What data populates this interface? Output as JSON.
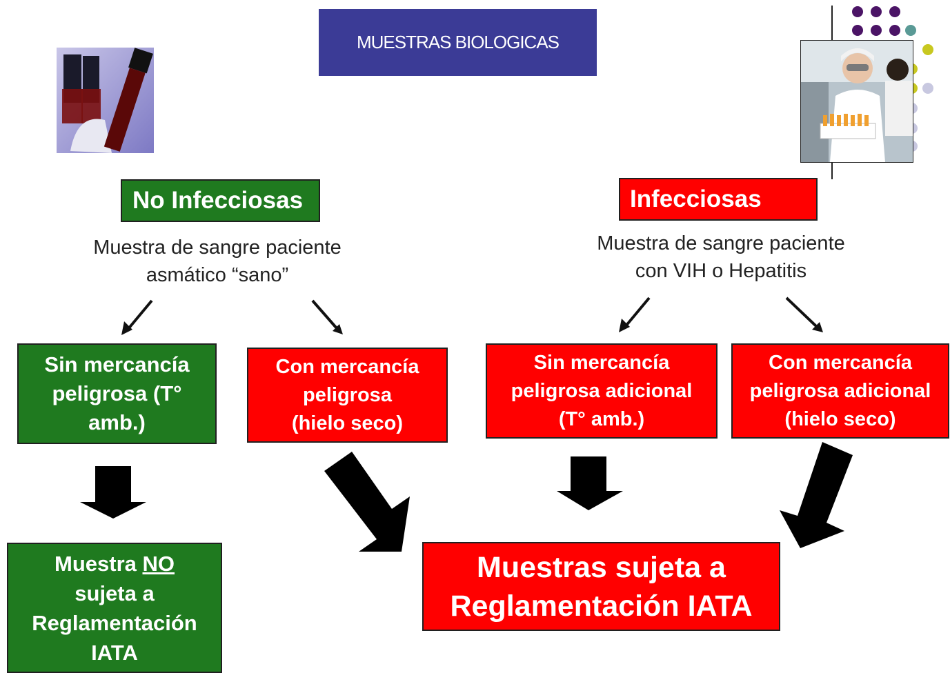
{
  "title": "MUESTRAS BIOLOGICAS",
  "left": {
    "category": "No Infecciosas",
    "description": "Muestra de sangre paciente\nasmático “sano”",
    "option_1": "Sin mercancía\npeligrosa (T°\namb.)",
    "option_2": "Con mercancía\npeligrosa\n(hielo seco)",
    "result_line_1": "Muestra ",
    "result_no": "NO",
    "result_line_rest": "\nsujeta a\nReglamentación\nIATA"
  },
  "right": {
    "category": "Infecciosas",
    "description": "Muestra de sangre paciente\ncon VIH o Hepatitis",
    "option_1": "Sin mercancía\npeligrosa adicional\n(T° amb.)",
    "option_2": "Con mercancía\npeligrosa adicional\n(hielo seco)"
  },
  "result": "Muestras sujeta a\nReglamentación IATA",
  "colors": {
    "title_bg": "#3b3b96",
    "green": "#1f7a1f",
    "red": "#ff0000",
    "dot_purple": "#4b1466",
    "dot_teal": "#5a9a96",
    "dot_yellow": "#c8c820",
    "dot_lavender": "#c8c8e0"
  },
  "images": {
    "left_photo": "blood-sample-tubes-photo",
    "right_photo": "lab-technician-photo"
  }
}
